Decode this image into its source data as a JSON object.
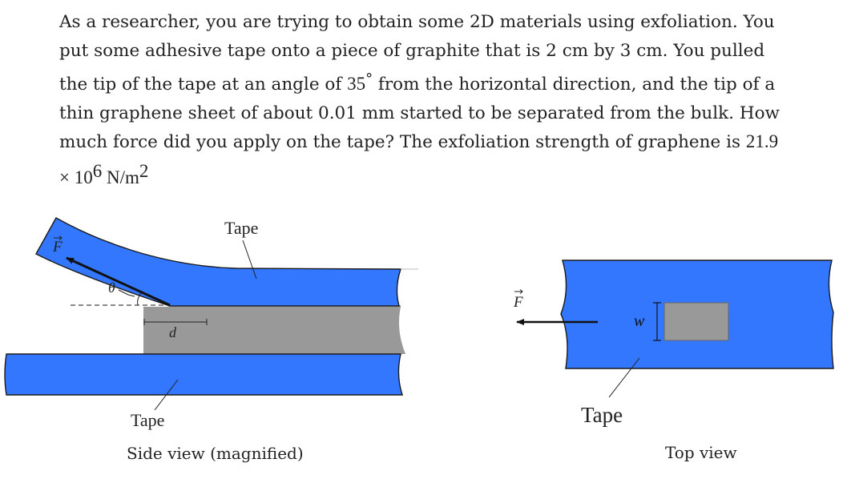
{
  "problem": {
    "intro": "As a researcher, you are trying to obtain some 2D materials using exfoliation. You put some adhesive tape onto a piece of graphite that is 2 cm by 3 cm.  You pulled the tip of the tape at an angle of ",
    "angle": "35",
    "degree": "°",
    "middle": " from the horizontal direction, and the tip of a thin graphene sheet of about 0.01 mm started to be separated from the bulk. How much force did you apply on the tape? The exfoliation strength of graphene is ",
    "strength_value": "21.9",
    "times": "×",
    "ten": "10",
    "exponent": "6",
    "unit": "N/m",
    "unit_exp": "2"
  },
  "side_view": {
    "top_tape_label": "Tape",
    "bottom_tape_label": "Tape",
    "force_label": "F",
    "angle_label": "θ",
    "distance_label": "d",
    "caption": "Side view (magnified)"
  },
  "top_view": {
    "force_label": "F",
    "width_label": "w",
    "tape_label": "Tape",
    "caption": "Top view"
  },
  "colors": {
    "tape": "#3377ff",
    "graphite": "#999999",
    "outline": "#1a1a1a"
  }
}
